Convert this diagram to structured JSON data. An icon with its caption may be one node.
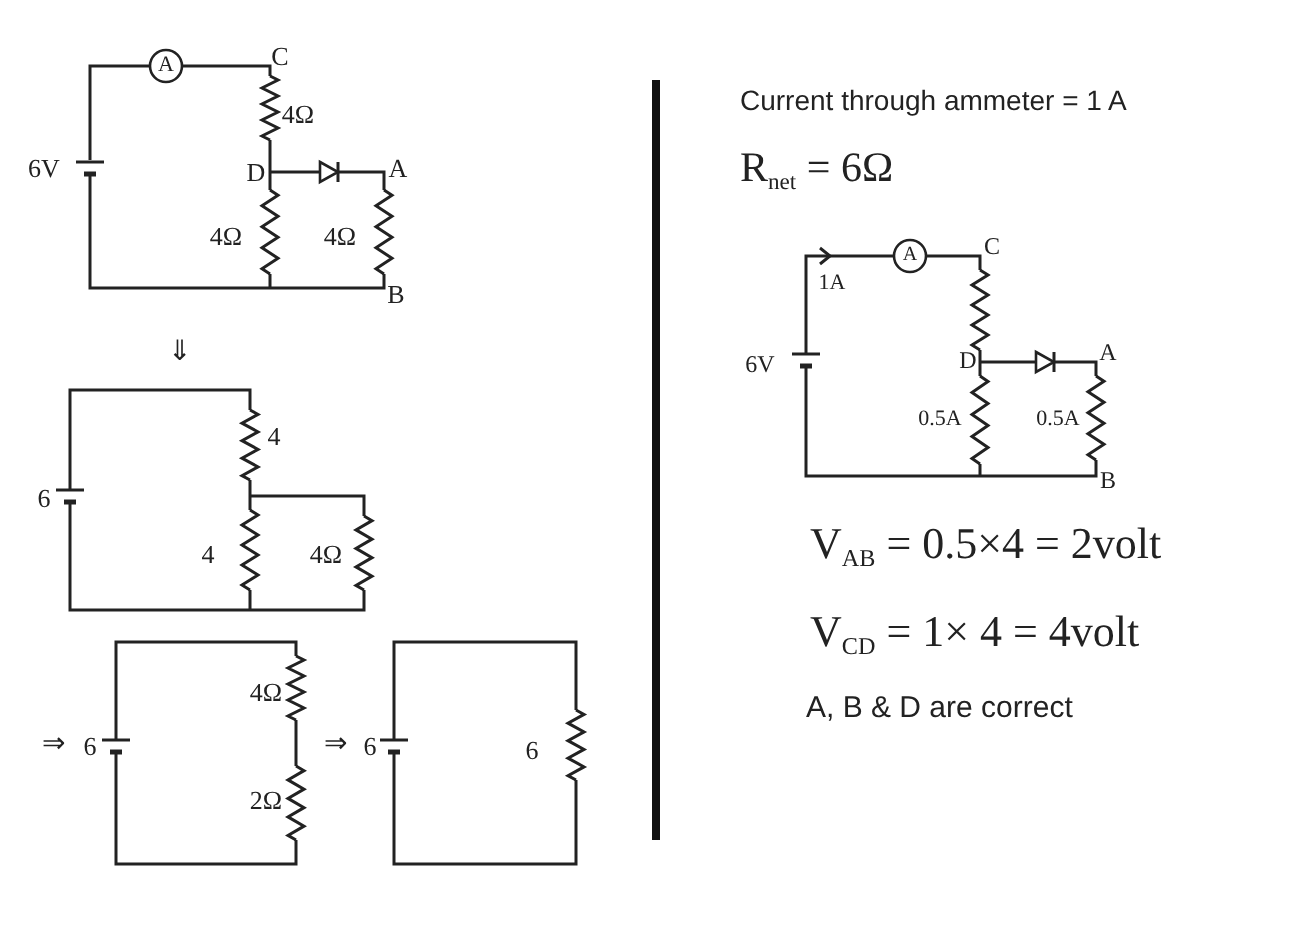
{
  "diagram": {
    "labels": [
      "A",
      "C",
      "4Ω",
      "6V",
      "D",
      "A",
      "4Ω",
      "4Ω",
      "B",
      "⇓",
      "4",
      "6",
      "4",
      "4Ω",
      "⇒",
      "6",
      "4Ω",
      "⇒",
      "6",
      "2Ω",
      "6",
      "Current through ammeter = 1 A",
      "R$_{net}$ = 6Ω",
      "A",
      "C",
      "1A",
      "6V",
      "D",
      "A",
      "0.5A",
      "0.5A",
      "B",
      "V$_{AB}$ = 0.5×4 = 2volt",
      "V$_{CD}$ = 1× 4 = 4volt",
      "A, B & D are correct"
    ]
  }
}
